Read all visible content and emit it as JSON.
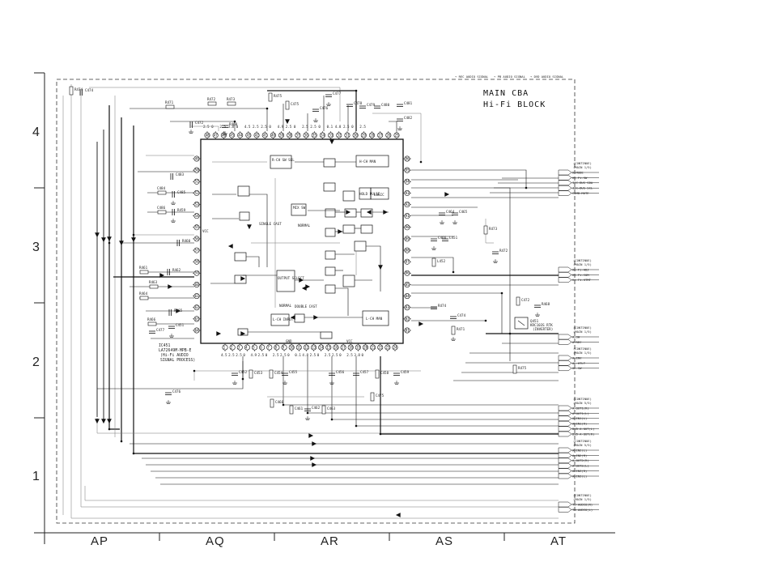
{
  "title": {
    "line1": "MAIN CBA",
    "line2": "Hi-Fi BLOCK"
  },
  "legend": [
    "→ REC AUDIO SIGNAL",
    "→ PB AUDIO SIGNAL",
    "→ DVD AUDIO SIGNAL"
  ],
  "row_numbers": [
    "4",
    "3",
    "2",
    "1"
  ],
  "column_labels": [
    "AP",
    "AQ",
    "AR",
    "AS",
    "AT"
  ],
  "ic": {
    "designator": "IC451",
    "part": "LA72649M-MPB-E",
    "desc1": "(Hi-Fi AUDIO",
    "desc2": "SIGNAL PROCESS)"
  },
  "internal_blocks": [
    "R-CH SW SEL",
    "H-CH MAN",
    "SINGLE CAST",
    "NORMAL",
    "MIX SW",
    "OUTPUT SELECT",
    "NORMAL",
    "DOUBLE CAST",
    "L-CH INPUT",
    "L-CH MAN",
    "LOGIC",
    "HOLD PULSE",
    "VCC",
    "VCC",
    "GND"
  ],
  "connector_groups": [
    {
      "header": [
        "(CONTINUE)",
        "(MAIN 1/5)"
      ],
      "signals": [
        "H-MODE",
        "Hi-Fi-SW",
        "IIC-BUS SDA",
        "IIC-BUS SCL",
        "COMB-MUTE"
      ]
    },
    {
      "header": [
        "(CONTINUE)",
        "(MAIN 1/5)"
      ],
      "signals": [
        "Hi-Fi-ADJ",
        "Hi-Fi-COM",
        "Hi-Fi-HTMT"
      ]
    },
    {
      "header": [
        "(CONTINUE)",
        "(MAIN 1/5)"
      ],
      "signals": [
        "A-SW",
        "A-REC"
      ]
    },
    {
      "header": [
        "(CONTINUE)",
        "(MAIN 1/5)"
      ],
      "signals": [
        "A-ENV",
        "AL-HTLT",
        "AL-SW"
      ]
    },
    {
      "header": [
        "(CONTINUE)",
        "(MAIN 5/5)"
      ],
      "signals": [
        "A-OUT1(R)",
        "A-OUT1(L)",
        "A-IN1(L)",
        "A-IN1(R)",
        "DVD-A-OUT(L)",
        "DVD-A-OUT(R)"
      ]
    },
    {
      "header": [
        "(CONTINUE)",
        "(MAIN 5/5)"
      ],
      "signals": [
        "A-IN2(L)",
        "A-IN2(R)",
        "A-OUT2(R)",
        "A-OUT2(L)",
        "A-IN3(R)",
        "A-IN3(L)"
      ]
    },
    {
      "header": [
        "(CONTINUE)",
        "(MAIN 1/5)"
      ],
      "signals": [
        "TU-AUDIO(R)",
        "TU-AUDIO(L)"
      ]
    }
  ],
  "transformer": {
    "ref": "Q451",
    "part": "KRC103S RTK",
    "note": "(INVERTER)"
  },
  "component_refs": [
    "R474",
    "C474",
    "R471",
    "R472",
    "R473",
    "C472",
    "R468",
    "R475",
    "C475",
    "C476",
    "C477",
    "C478",
    "C479",
    "C480",
    "C481",
    "C482",
    "C483",
    "C484",
    "C485",
    "C486",
    "R459",
    "R460",
    "R461",
    "R462",
    "R463",
    "R464",
    "R465",
    "R466",
    "C451",
    "C452",
    "C453",
    "C454",
    "C455",
    "C456",
    "C457",
    "C458",
    "C459",
    "C460",
    "C461",
    "C462",
    "C463",
    "C464",
    "C465",
    "C466",
    "L451",
    "L452"
  ],
  "top_pins": [
    "48",
    "47",
    "46",
    "45",
    "44",
    "43",
    "42",
    "41",
    "40",
    "39",
    "38",
    "37",
    "36",
    "35",
    "34",
    "33",
    "32",
    "31",
    "30",
    "29",
    "28",
    "27",
    "26",
    "25"
  ],
  "bottom_pins": [
    "1",
    "2",
    "3",
    "4",
    "5",
    "6",
    "7",
    "8",
    "9",
    "10",
    "11",
    "12",
    "13",
    "14",
    "15",
    "16",
    "17",
    "18",
    "19",
    "20",
    "21",
    "22",
    "23",
    "24"
  ],
  "left_pins": [
    "49",
    "50",
    "51",
    "52",
    "53",
    "54",
    "55",
    "56",
    "57",
    "58",
    "59",
    "60",
    "61",
    "62",
    "63",
    "64"
  ],
  "right_pins": [
    "96",
    "95",
    "94",
    "93",
    "92",
    "91",
    "90",
    "89",
    "88",
    "87",
    "86",
    "85",
    "84",
    "83",
    "82",
    "81"
  ],
  "pin_voltages": [
    "2.5",
    "0",
    "2.5",
    "3.8",
    "0",
    "4.5",
    "2.5",
    "2.5",
    "0",
    "4.9",
    "2.5",
    "0",
    "2.5",
    "2.5",
    "0",
    "0.1",
    "4.8",
    "2.5",
    "0",
    "2.5"
  ]
}
